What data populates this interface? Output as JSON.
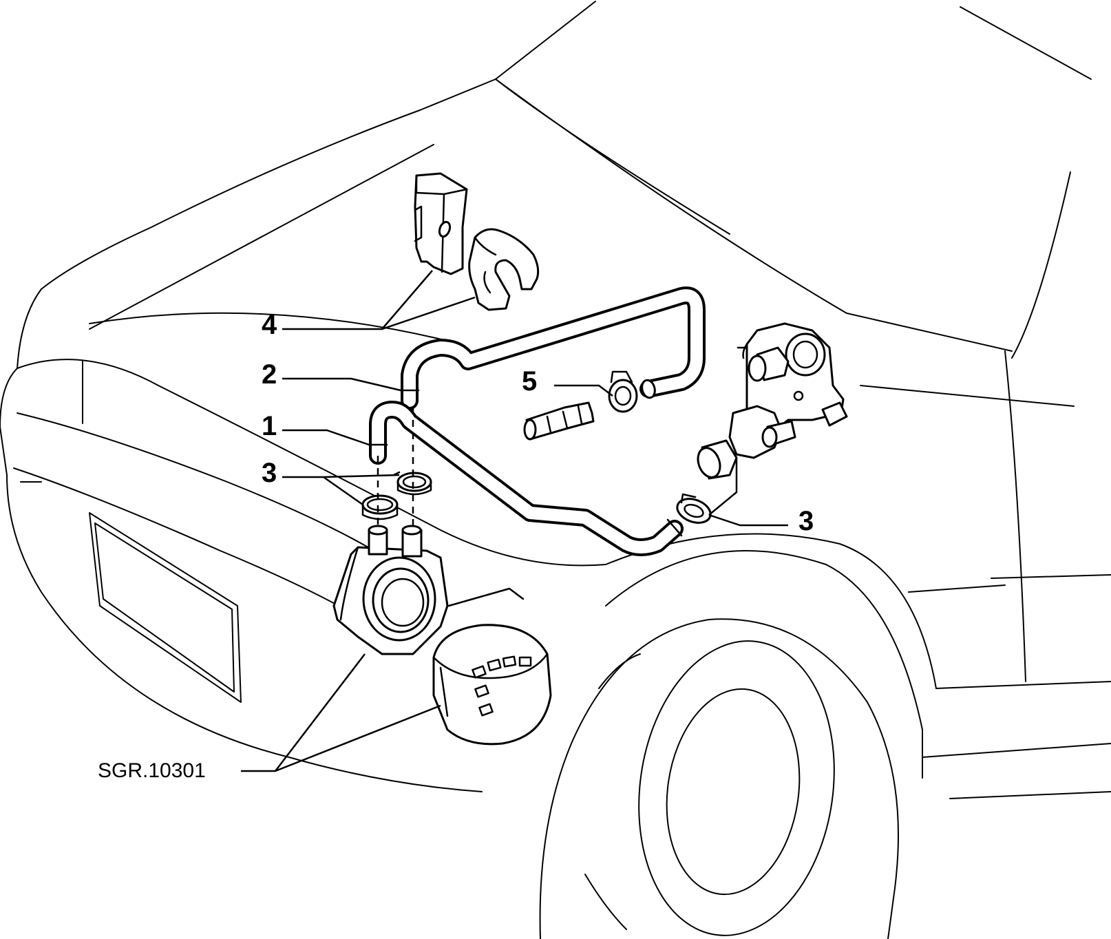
{
  "diagram": {
    "reference_code": "SGR.10301",
    "callouts": [
      "4",
      "2",
      "5",
      "1",
      "3",
      "3"
    ],
    "line_color": "#000000",
    "background_color": "#ffffff"
  }
}
